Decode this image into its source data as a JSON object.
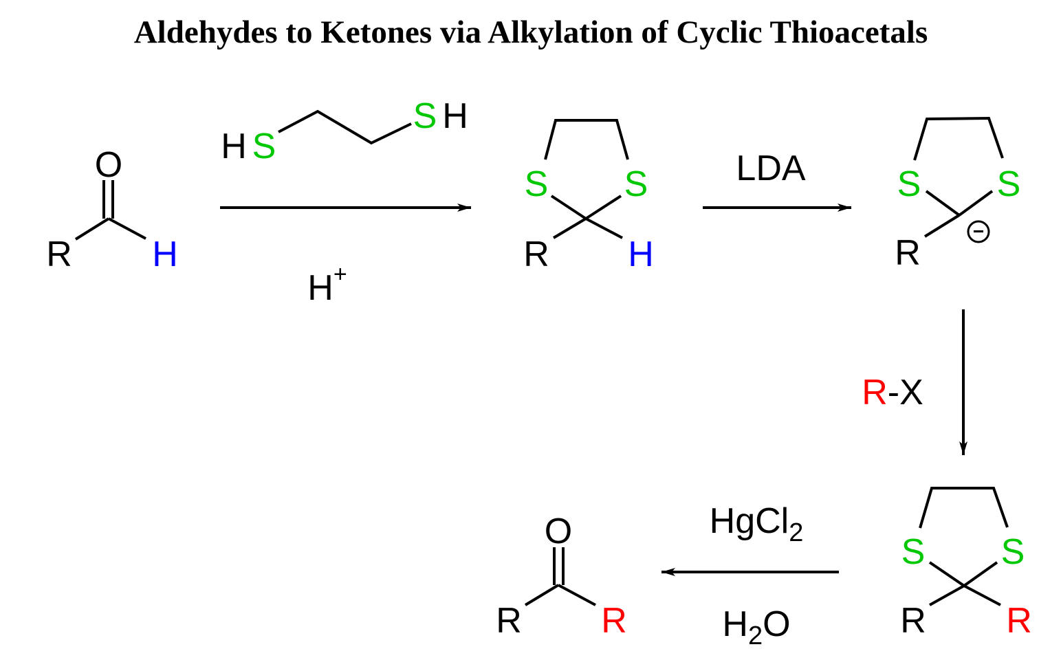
{
  "title": "Aldehydes to Ketones via Alkylation of Cyclic Thioacetals",
  "colors": {
    "sulfur": "#00c800",
    "hydrogen": "#0000ff",
    "new_r": "#ff0000",
    "default": "#000000"
  },
  "aldehyde": {
    "o": "O",
    "r": "R",
    "h": "H"
  },
  "dithiol": {
    "hs_h": "H",
    "hs_s": "S",
    "sh_s": "S",
    "sh_h": "H"
  },
  "step1": {
    "reagent": "H",
    "reagent_sup": "+"
  },
  "thioacetal": {
    "s1": "S",
    "s2": "S",
    "r": "R",
    "h": "H"
  },
  "step2": {
    "reagent": "LDA"
  },
  "anion": {
    "s1": "S",
    "s2": "S",
    "r": "R",
    "charge": "−"
  },
  "step3": {
    "r": "R",
    "x": "-X"
  },
  "alkylated": {
    "s1": "S",
    "s2": "S",
    "r1": "R",
    "r2": "R"
  },
  "step4": {
    "reagent1_main": "HgCl",
    "reagent1_sub": "2",
    "reagent2_h": "H",
    "reagent2_sub": "2",
    "reagent2_o": "O"
  },
  "ketone": {
    "o": "O",
    "r1": "R",
    "r2": "R"
  }
}
